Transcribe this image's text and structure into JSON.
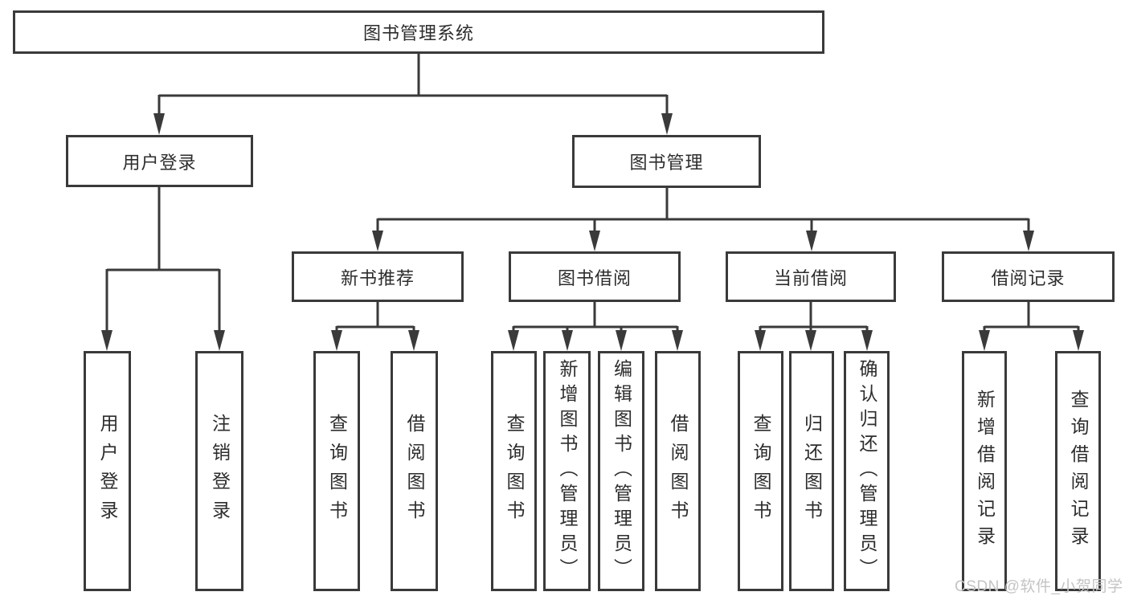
{
  "diagram": {
    "title": "图书管理系统",
    "watermark": "CSDN @软件_小贺同学",
    "colors": {
      "line": "#3a3a3a",
      "text": "#2d2d2d",
      "background": "#ffffff",
      "watermark": "#c4c4c4"
    },
    "nodes": {
      "root": "图书管理系统",
      "user_login": "用户登录",
      "book_mgmt": "图书管理",
      "new_rec": "新书推荐",
      "book_borrow": "图书借阅",
      "current_borrow": "当前借阅",
      "borrow_records": "借阅记录",
      "ul_login": "用户登录",
      "ul_logout": "注销登录",
      "nr_query": "查询图书",
      "nr_borrow": "借阅图书",
      "bb_query": "查询图书",
      "bb_add": "新增图书（管理员）",
      "bb_edit": "编辑图书（管理员）",
      "bb_borrow": "借阅图书",
      "cb_query": "查询图书",
      "cb_return": "归还图书",
      "cb_confirm": "确认归还（管理员）",
      "br_add": "新增借阅记录",
      "br_query": "查询借阅记录"
    },
    "hierarchy": {
      "图书管理系统": [
        "用户登录",
        "图书管理"
      ],
      "用户登录": [
        "用户登录",
        "注销登录"
      ],
      "图书管理": [
        "新书推荐",
        "图书借阅",
        "当前借阅",
        "借阅记录"
      ],
      "新书推荐": [
        "查询图书",
        "借阅图书"
      ],
      "图书借阅": [
        "查询图书",
        "新增图书（管理员）",
        "编辑图书（管理员）",
        "借阅图书"
      ],
      "当前借阅": [
        "查询图书",
        "归还图书",
        "确认归还（管理员）"
      ],
      "借阅记录": [
        "新增借阅记录",
        "查询借阅记录"
      ]
    }
  }
}
